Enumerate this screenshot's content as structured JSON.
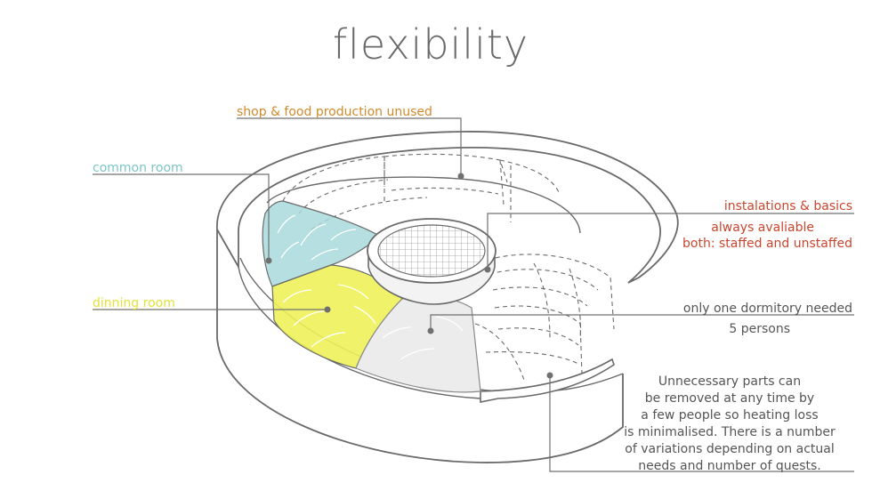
{
  "title": "flexibility",
  "colors": {
    "shop": "#d08a2c",
    "common": "#7cc6c9",
    "dining": "#e2e23a",
    "installations": "#c8462e",
    "text_gray": "#555555",
    "line_gray": "#6a6a6a",
    "title_gray": "#666666"
  },
  "labels": {
    "shop": "shop & food production unused",
    "common": "common room",
    "dining": "dinning room",
    "installations": [
      "instalations  & basics",
      "always avaliable",
      "both: staffed and unstaffed"
    ],
    "dormitory": [
      "only one dormitory needed",
      "5 persons"
    ],
    "description": [
      "Unnecessary parts can",
      "be removed at any time by",
      "a few people so heating loss",
      "is minimalised. There is a number",
      "of variations depending on actual",
      "needs and number of quests."
    ]
  }
}
